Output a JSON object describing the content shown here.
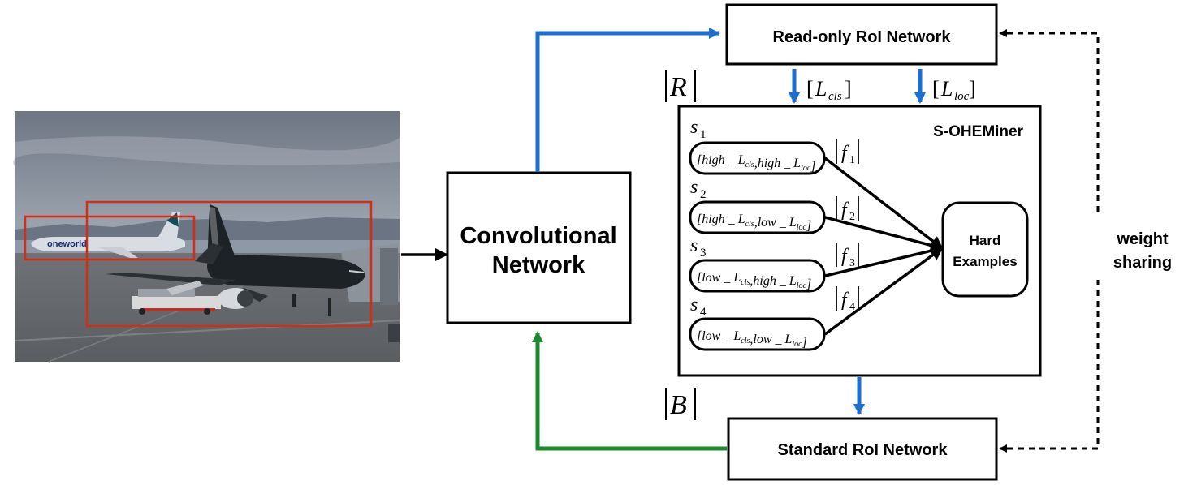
{
  "photo": {
    "description_icon": "airplane-photo",
    "box_color": "#d62c14",
    "livery_text": "oneworld"
  },
  "nodes": {
    "conv": {
      "line1": "Convolutional",
      "line2": "Network"
    },
    "readonly": {
      "label": "Read-only RoI Network"
    },
    "standard": {
      "label": "Standard RoI Network"
    },
    "miner": {
      "label": "S-OHEMiner"
    },
    "hard": {
      "line1": "Hard",
      "line2": "Examples"
    }
  },
  "labels": {
    "R": "|R|",
    "B": "|B|",
    "weight_line1": "weight",
    "weight_line2": "sharing",
    "Lcls_main": "[L",
    "Lcls_sub": "cls",
    "Lloc_main": "[L",
    "Lloc_sub": "loc"
  },
  "strategies": [
    {
      "s": "s",
      "s_sub": "1",
      "a": "high",
      "b": "high",
      "f": "f",
      "f_sub": "1"
    },
    {
      "s": "s",
      "s_sub": "2",
      "a": "high",
      "b": "low",
      "f": "f",
      "f_sub": "2"
    },
    {
      "s": "s",
      "s_sub": "3",
      "a": "low",
      "b": "high",
      "f": "f",
      "f_sub": "3"
    },
    {
      "s": "s",
      "s_sub": "4",
      "a": "low",
      "b": "low",
      "f": "f",
      "f_sub": "4"
    }
  ],
  "colors": {
    "blue": "#1a6fd1",
    "green": "#1e8a2e",
    "black": "#000000"
  }
}
